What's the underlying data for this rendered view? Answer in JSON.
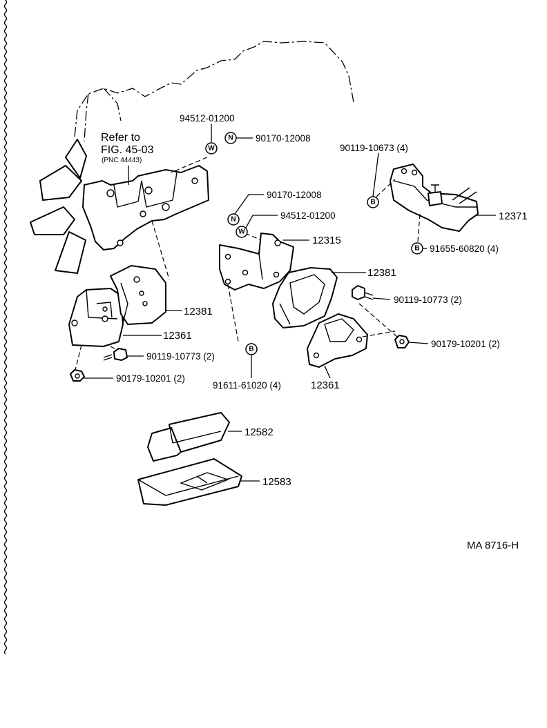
{
  "references": {
    "refer_line1": "Refer to",
    "refer_line2": "FIG. 45-03",
    "refer_pnc": "(PNC 44443)"
  },
  "figure_code": "MA 8716-H",
  "markers": {
    "washer": "W",
    "nut": "N",
    "bolt": "B"
  },
  "callouts": [
    {
      "id": "left-washer",
      "text": "94512-01200"
    },
    {
      "id": "left-nut",
      "text": "90170-12008"
    },
    {
      "id": "right-bolt-4",
      "text": "90119-10673 (4)"
    },
    {
      "id": "rear-mount",
      "text": "12371"
    },
    {
      "id": "rear-bolt",
      "text": "91655-60820 (4)"
    },
    {
      "id": "center-nut",
      "text": "90170-12008"
    },
    {
      "id": "center-washer",
      "text": "94512-01200"
    },
    {
      "id": "bracket",
      "text": "12315"
    },
    {
      "id": "right-cover",
      "text": "12381"
    },
    {
      "id": "right-bolt",
      "text": "90119-10773 (2)"
    },
    {
      "id": "right-nut",
      "text": "90179-10201 (2)"
    },
    {
      "id": "left-cover",
      "text": "12381"
    },
    {
      "id": "left-insulator",
      "text": "12361"
    },
    {
      "id": "left-bolt",
      "text": "90119-10773 (2)"
    },
    {
      "id": "left-nut2",
      "text": "90179-10201 (2)"
    },
    {
      "id": "center-bolt",
      "text": "91611-61020 (4)"
    },
    {
      "id": "right-insulator",
      "text": "12361"
    },
    {
      "id": "stopper-upper",
      "text": "12582"
    },
    {
      "id": "stopper-lower",
      "text": "12583"
    }
  ]
}
